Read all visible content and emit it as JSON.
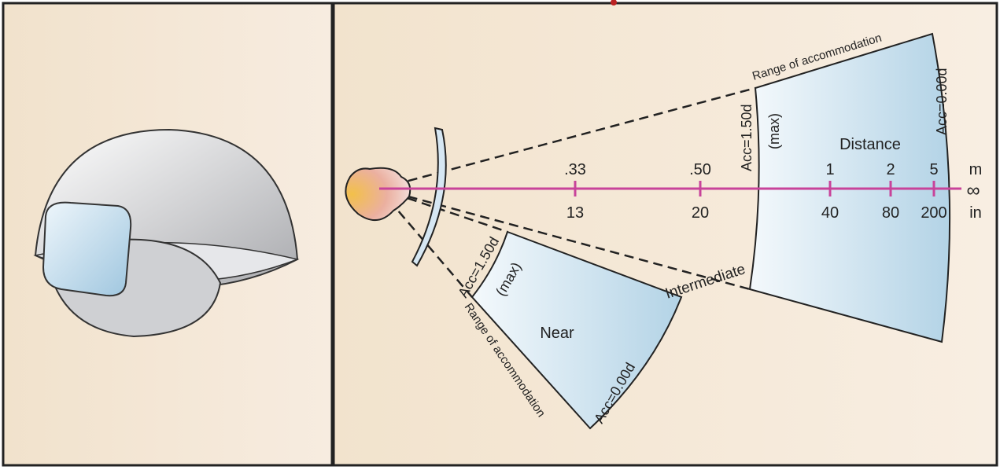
{
  "labels": {
    "range_top": "Range of accommodation",
    "range_bottom": "Range of accommodation",
    "distance": "Distance",
    "near": "Near",
    "intermediate": "Intermediate",
    "dist_acc_max": "Acc=1.50d",
    "dist_max": "(max)",
    "dist_acc_min": "Acc=0.00d",
    "near_acc_max": "Acc=1.50d",
    "near_max": "(max)",
    "near_acc_min": "Acc=0.00d",
    "unit_m": "m",
    "unit_in": "in",
    "infinity": "∞"
  },
  "scale": [
    {
      "m": ".33",
      "in": "13"
    },
    {
      "m": ".50",
      "in": "20"
    },
    {
      "m": "1",
      "in": "40"
    },
    {
      "m": "2",
      "in": "80"
    },
    {
      "m": "5",
      "in": "200"
    }
  ],
  "colors": {
    "axis": "#c8439a",
    "zone": "#bcd9ea",
    "bg": "#f3e6d2"
  }
}
